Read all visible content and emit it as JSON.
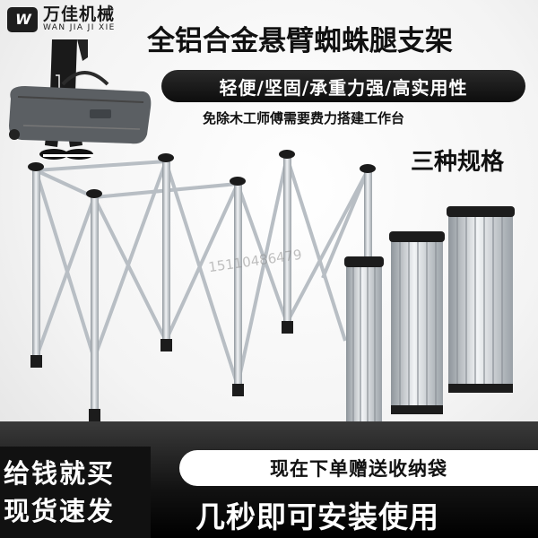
{
  "brand": {
    "mark": "W",
    "name_cn": "万佳机械",
    "name_en": "WAN JIA JI XIE"
  },
  "headline": "全铝合金悬臂蜘蛛腿支架",
  "features": "轻便/坚固/承重力强/高实用性",
  "subline": "免除木工师傅需要费力搭建工作台",
  "specs_label": "三种规格",
  "watermark": "15110486479",
  "bottom": {
    "badge_line1": "给钱就买",
    "badge_line2": "现货速发",
    "gift": "现在下单赠送收纳袋",
    "install": "几秒即可安装使用"
  },
  "colors": {
    "dark": "#111111",
    "white": "#ffffff",
    "silver": "#c8cdd2"
  }
}
